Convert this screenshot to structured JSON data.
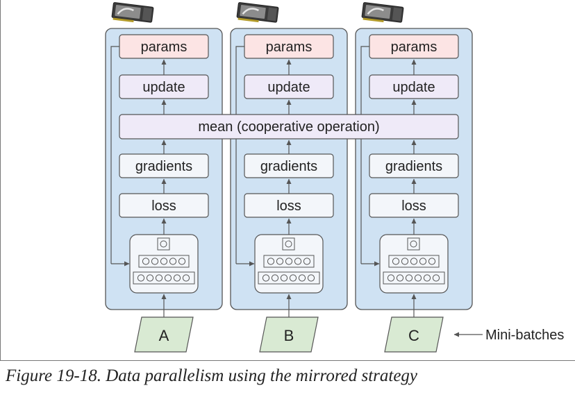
{
  "diagram": {
    "columns": [
      {
        "id": "a",
        "batch_label": "A"
      },
      {
        "id": "b",
        "batch_label": "B"
      },
      {
        "id": "c",
        "batch_label": "C"
      }
    ],
    "stage_labels": {
      "params": "params",
      "update": "update",
      "gradients": "gradients",
      "loss": "loss"
    },
    "mean_label": "mean (cooperative operation)",
    "minibatches_label": "Mini-batches",
    "colors": {
      "gpu_panel": "#cfe2f3",
      "params_box": "#fce4e4",
      "update_box": "#efeaf8",
      "stage_box": "#f3f6fa",
      "batch_box": "#d9ead3",
      "stroke": "#555555"
    }
  },
  "caption": "Figure 19-18. Data parallelism using the mirrored strategy"
}
